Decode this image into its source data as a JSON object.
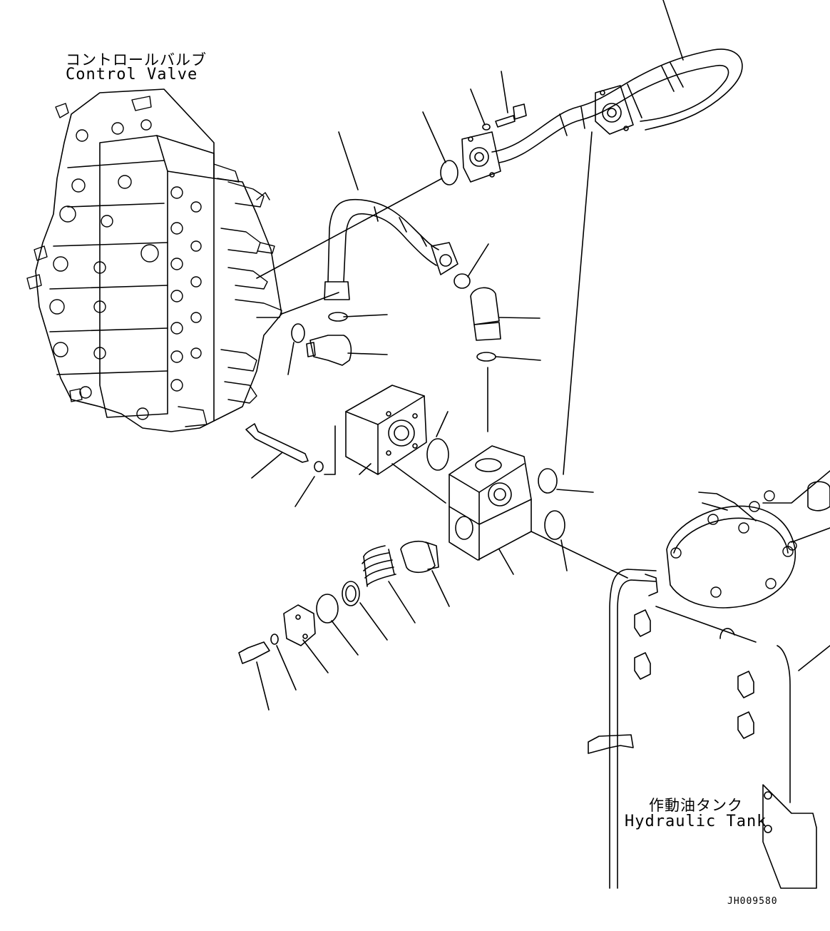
{
  "labels": {
    "control_valve_jp": "コントロールバルブ",
    "control_valve_en": "Control Valve",
    "hydraulic_tank_jp": "作動油タンク",
    "hydraulic_tank_en": "Hydraulic Tank"
  },
  "document_id": "JH009580",
  "colors": {
    "line": "#000000",
    "background": "#ffffff"
  }
}
